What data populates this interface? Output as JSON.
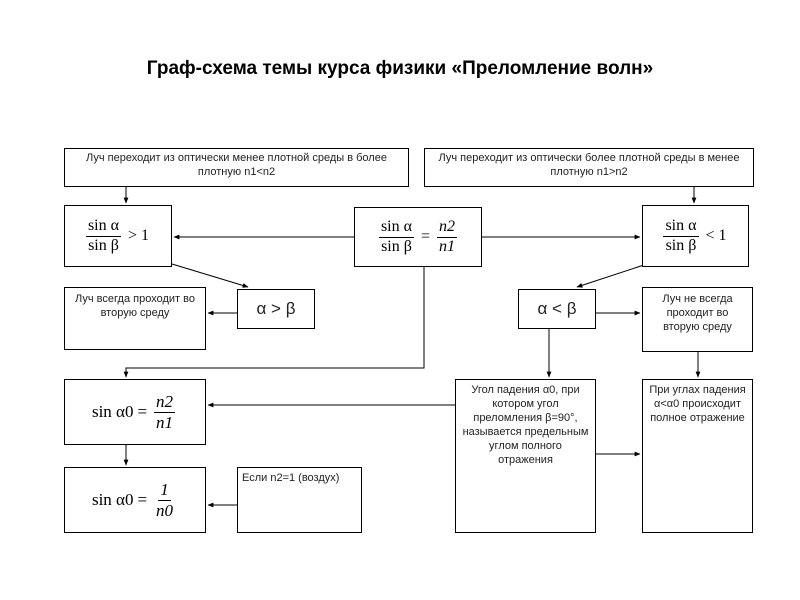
{
  "title": "Граф-схема темы курса физики «Преломление волн»",
  "boxes": {
    "less_to_more": {
      "text": "Луч переходит из оптически менее плотной среды в более плотную",
      "cond": "n1<n2"
    },
    "more_to_less": {
      "text": "Луч переходит из оптически более плотной среды в менее плотную",
      "cond": "n1>n2"
    },
    "ratio_gt": {
      "num": "sin α",
      "den": "sin β",
      "rel": "> 1"
    },
    "snell": {
      "num": "sin α",
      "den": "sin β",
      "eq": "=",
      "num2": "n2",
      "den2": "n1"
    },
    "ratio_lt": {
      "num": "sin α",
      "den": "sin β",
      "rel": "< 1"
    },
    "always_passes": {
      "text": "Луч всегда проходит во вторую среду"
    },
    "alpha_gt_beta": {
      "text": "α > β"
    },
    "alpha_lt_beta": {
      "text": "α < β"
    },
    "not_always_passes": {
      "text": "Луч не всегда проходит во вторую среду"
    },
    "sin_alpha0": {
      "lhs": "sin α0",
      "eq": "=",
      "num": "n2",
      "den": "n1"
    },
    "critical_angle": {
      "text": "Угол падения α0, при котором угол преломления β=90°, называется предельным углом полного отражения"
    },
    "total_reflection": {
      "text": "При углах падения α<α0 происходит полное отражение"
    },
    "sin_alpha0_air": {
      "lhs": "sin α0",
      "eq": "=",
      "num": "1",
      "den": "n0"
    },
    "if_air": {
      "text": "Если n2=1 (воздух)"
    }
  }
}
